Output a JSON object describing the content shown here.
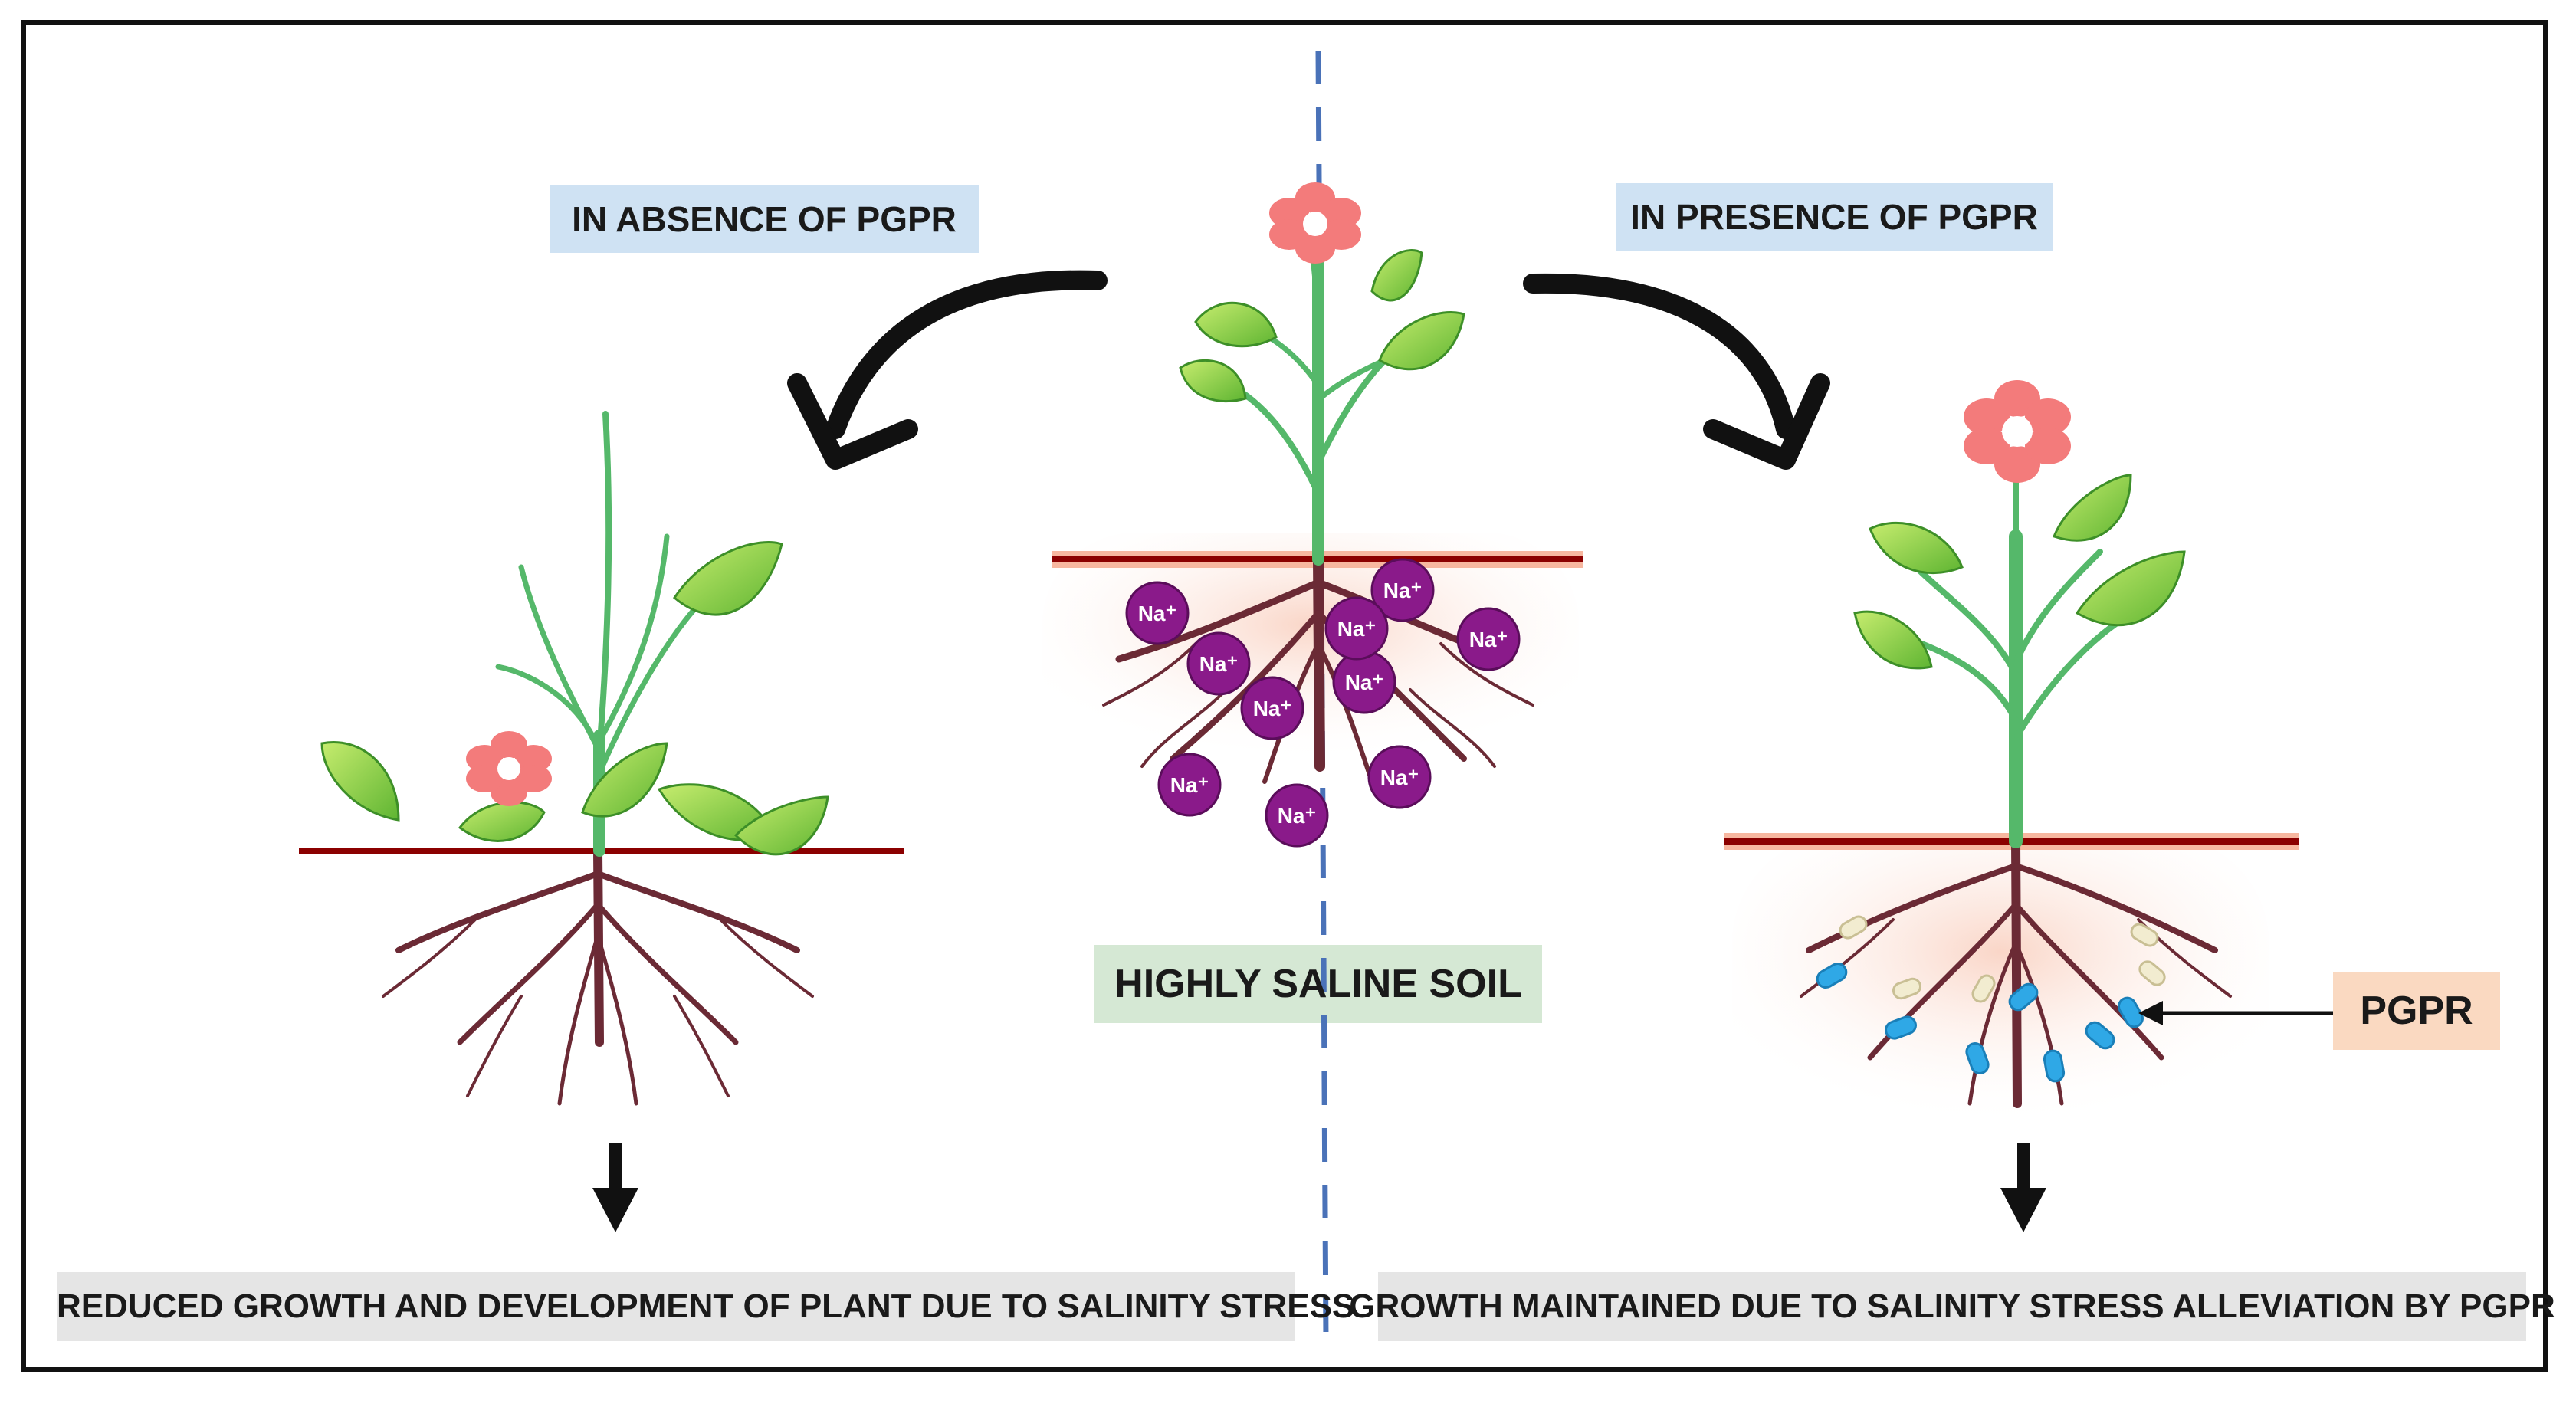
{
  "labels": {
    "absence": "IN ABSENCE OF PGPR",
    "presence": "IN PRESENCE OF PGPR",
    "saline_soil": "HIGHLY SALINE SOIL",
    "pgpr": "PGPR",
    "reduced_growth": "REDUCED GROWTH AND DEVELOPMENT OF PLANT DUE TO SALINITY STRESS",
    "growth_maintained": "GROWTH MAINTAINED DUE TO SALINITY STRESS ALLEVIATION BY PGPR"
  },
  "ion_label": "Na⁺",
  "ion_count": 10,
  "colors": {
    "blue_box": "#cfe2f3",
    "green_box": "#d5e8d4",
    "orange_box": "#fad9c1",
    "gray_box": "#e5e5e5",
    "divider": "#4a72b8",
    "ion": "#8a1a8a",
    "root": "#6b2a35",
    "soil_line": "#8b0000",
    "stem": "#55b86a",
    "leaf": "#8fd44a",
    "flower": "#f37b7b",
    "bacteria_blue": "#2fa8e6",
    "bacteria_cream": "#f2ecd0"
  },
  "icons": [
    "down-arrow-icon",
    "curved-arrow-icon",
    "bacteria-icon"
  ]
}
